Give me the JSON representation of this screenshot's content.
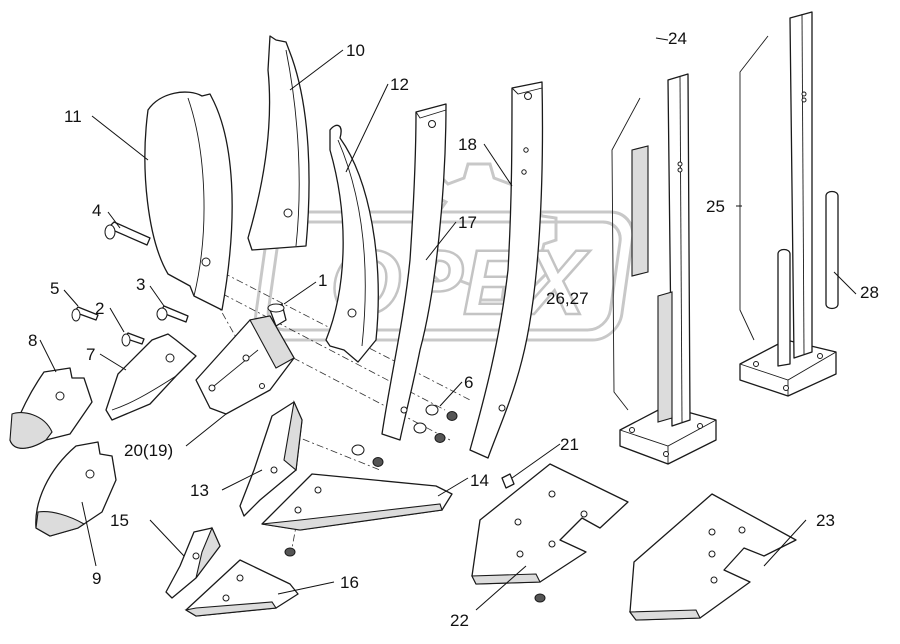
{
  "watermark": "OPEX",
  "labels": {
    "l1": "1",
    "l2": "2",
    "l3": "3",
    "l4": "4",
    "l5": "5",
    "l6": "6",
    "l7": "7",
    "l8": "8",
    "l9": "9",
    "l10": "10",
    "l11": "11",
    "l12": "12",
    "l13": "13",
    "l14": "14",
    "l15": "15",
    "l16": "16",
    "l17": "17",
    "l18": "18",
    "l20": "20(19)",
    "l21": "21",
    "l22": "22",
    "l23": "23",
    "l24": "24",
    "l25": "25",
    "l2627": "26,27",
    "l28": "28"
  }
}
